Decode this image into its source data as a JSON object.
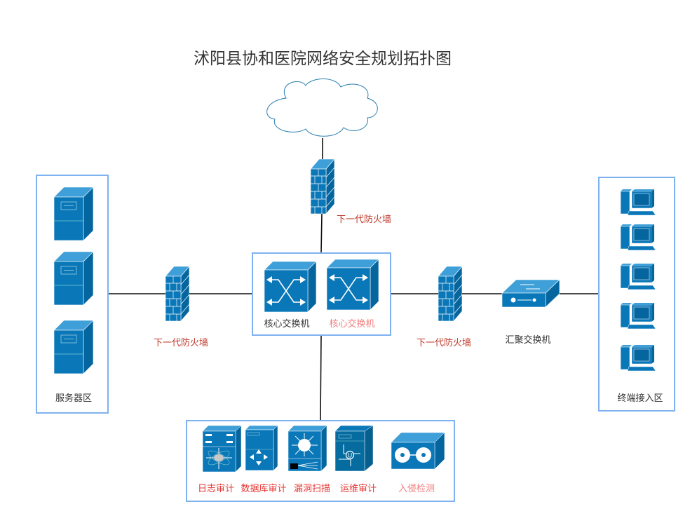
{
  "title": "沭阳县协和医院网络安全规划拓扑图",
  "colors": {
    "device": "#0a77b8",
    "device_dark": "#055f93",
    "box_border": "#7fb2f0",
    "label_red": "#e53935",
    "label_pink": "#f08080",
    "firewall_label": "#c0392b"
  },
  "internet": {
    "icon": "cloud-icon"
  },
  "top_firewall": {
    "label": "下一代防火墙"
  },
  "left_firewall": {
    "label": "下一代防火墙"
  },
  "right_firewall": {
    "label": "下一代防火墙"
  },
  "core": {
    "switches": [
      {
        "label": "核心交换机"
      },
      {
        "label": "核心交换机"
      }
    ]
  },
  "server_zone": {
    "label": "服务器区"
  },
  "aggregation_switch": {
    "label": "汇聚交换机"
  },
  "terminal_zone": {
    "label": "终端接入区"
  },
  "security_zone": {
    "devices": [
      {
        "label": "日志审计"
      },
      {
        "label": "数据库审计"
      },
      {
        "label": "漏洞扫描"
      },
      {
        "label": "运维审计"
      },
      {
        "label": "入侵检测"
      }
    ]
  }
}
